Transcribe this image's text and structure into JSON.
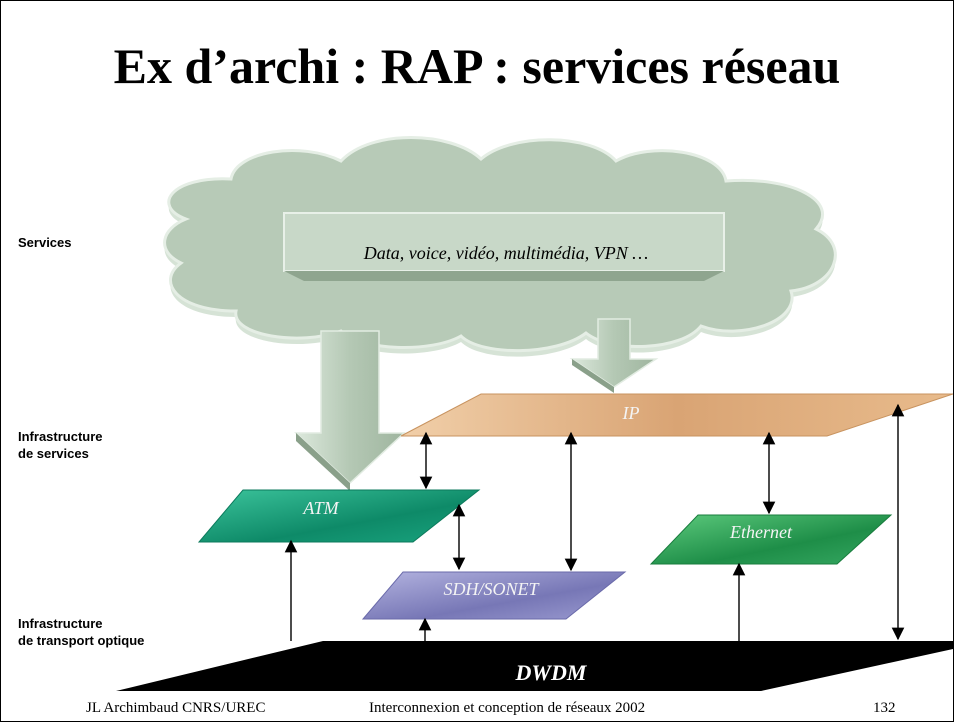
{
  "slide": {
    "title": "Ex d’archi : RAP : services réseau",
    "side_labels": {
      "services": "Services",
      "service_infra_line1": "Infrastructure",
      "service_infra_line2": "de services",
      "transport_infra_line1": "Infrastructure",
      "transport_infra_line2": "de transport optique"
    },
    "cloud_text": "Data, voice, vidéo, multimédia, VPN …",
    "layers": {
      "ip": "IP",
      "atm": "ATM",
      "ethernet": "Ethernet",
      "sdh": "SDH/SONET",
      "dwdm": "DWDM"
    },
    "footer": {
      "author": "JL Archimbaud CNRS/UREC",
      "course": "Interconnexion et conception de réseaux 2002",
      "page": "132"
    }
  },
  "colors": {
    "cloud_fill": "#b5c9b5",
    "cloud_edge": "#d9e6d9",
    "arrow_fill": "#b8ccb8",
    "ip_fill": "#dba779",
    "atm_fill": "#14a57e",
    "ethernet_fill": "#2ea55c",
    "sdh_fill": "#8e8ec8",
    "dwdm_fill": "#000000"
  }
}
